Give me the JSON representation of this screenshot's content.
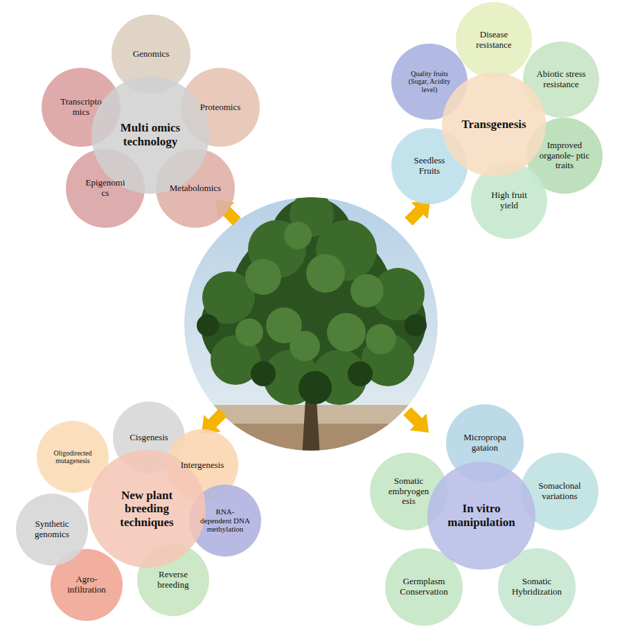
{
  "diagram": {
    "nodes": [
      {
        "text": [
          "Multi omics technology"
        ]
      },
      {
        "text": [
          "Genomics"
        ]
      },
      {
        "text": [
          "Proteomics"
        ]
      },
      {
        "text": [
          "Metabolomics"
        ]
      },
      {
        "text": [
          "Epigenomi cs"
        ]
      },
      {
        "text": [
          "Transcripto mics"
        ]
      },
      {
        "text": [
          "Transgenesis"
        ]
      },
      {
        "text": [
          "Disease resistance"
        ]
      },
      {
        "text": [
          "Abiotic stress resistance"
        ]
      },
      {
        "text": [
          "Improved organole- ptic traits"
        ]
      },
      {
        "text": [
          "High fruit yield"
        ]
      },
      {
        "text": [
          "Seedless Fruits"
        ]
      },
      {
        "text": [
          "Quality fruits (Sugar, Acidity level)"
        ]
      },
      {
        "text": [
          "New plant breeding techniques"
        ]
      },
      {
        "text": [
          "Cisgenesis"
        ]
      },
      {
        "text": [
          "Intergenesis"
        ]
      },
      {
        "text": [
          "RNA- dependent DNA methylation"
        ]
      },
      {
        "text": [
          "Reverse breeding"
        ]
      },
      {
        "text": [
          "Agro- infiltration"
        ]
      },
      {
        "text": [
          "Synthetic genomics"
        ]
      },
      {
        "text": [
          "Oligodirected mutagenesis"
        ]
      },
      {
        "text": [
          "In vitro manipulation"
        ]
      },
      {
        "text": [
          "Micropropa gataion"
        ]
      },
      {
        "text": [
          "Somaclonal variations"
        ]
      },
      {
        "text": [
          "Somatic Hybridization"
        ]
      },
      {
        "text": [
          "Germplasm Conservation"
        ]
      },
      {
        "text": [
          "Somatic embryogen esis"
        ]
      }
    ]
  }
}
